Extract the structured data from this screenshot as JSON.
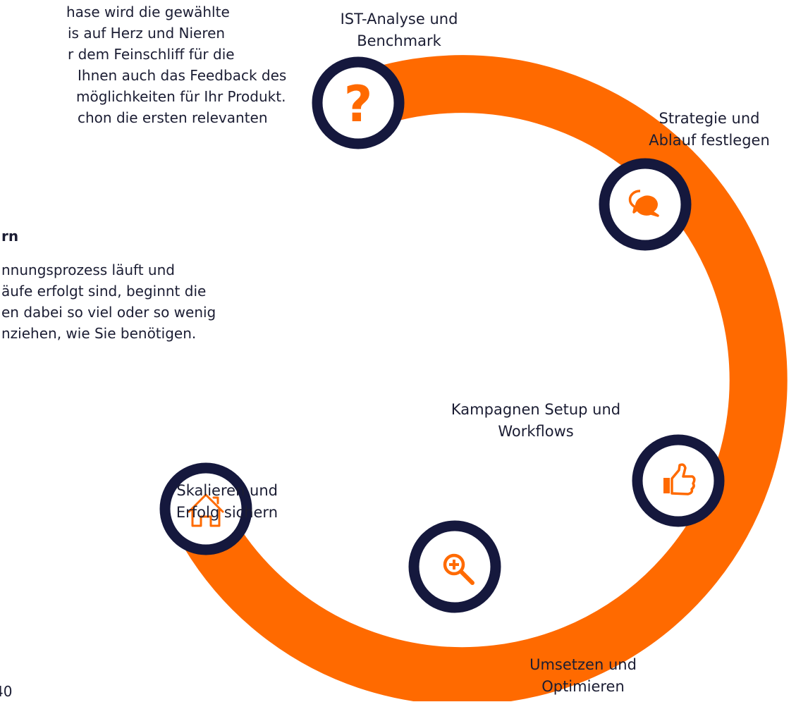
{
  "colors": {
    "accent": "#ff6a00",
    "ring": "#15183d",
    "background": "#ffffff"
  },
  "left_text": {
    "paragraph1": [
      "hase wird die gewählte",
      "is auf Herz und Nieren",
      "r dem Feinschliff für die",
      "Ihnen auch das Feedback des",
      "möglichkeiten für Ihr Produkt.",
      "chon die ersten relevanten"
    ],
    "heading": "rn",
    "paragraph2": [
      "nnungsprozess läuft und",
      "äufe erfolgt sind, beginnt die",
      "en dabei so viel oder so wenig",
      "nziehen, wie Sie benötigen."
    ],
    "page_number": "40"
  },
  "steps": [
    {
      "label": [
        "IST-Analyse und",
        "Benchmark"
      ],
      "icon": "question-mark-icon"
    },
    {
      "label": [
        "Strategie und",
        "Ablauf festlegen"
      ],
      "icon": "speech-bubbles-icon"
    },
    {
      "label": [
        "Kampagnen Setup und",
        "Workflows"
      ],
      "icon": "thumbs-up-icon"
    },
    {
      "label": [
        "Umsetzen und",
        "Optimieren"
      ],
      "icon": "zoom-in-icon"
    },
    {
      "label": [
        "Skalieren und",
        "Erfolg sichern"
      ],
      "icon": "house-icon"
    }
  ]
}
